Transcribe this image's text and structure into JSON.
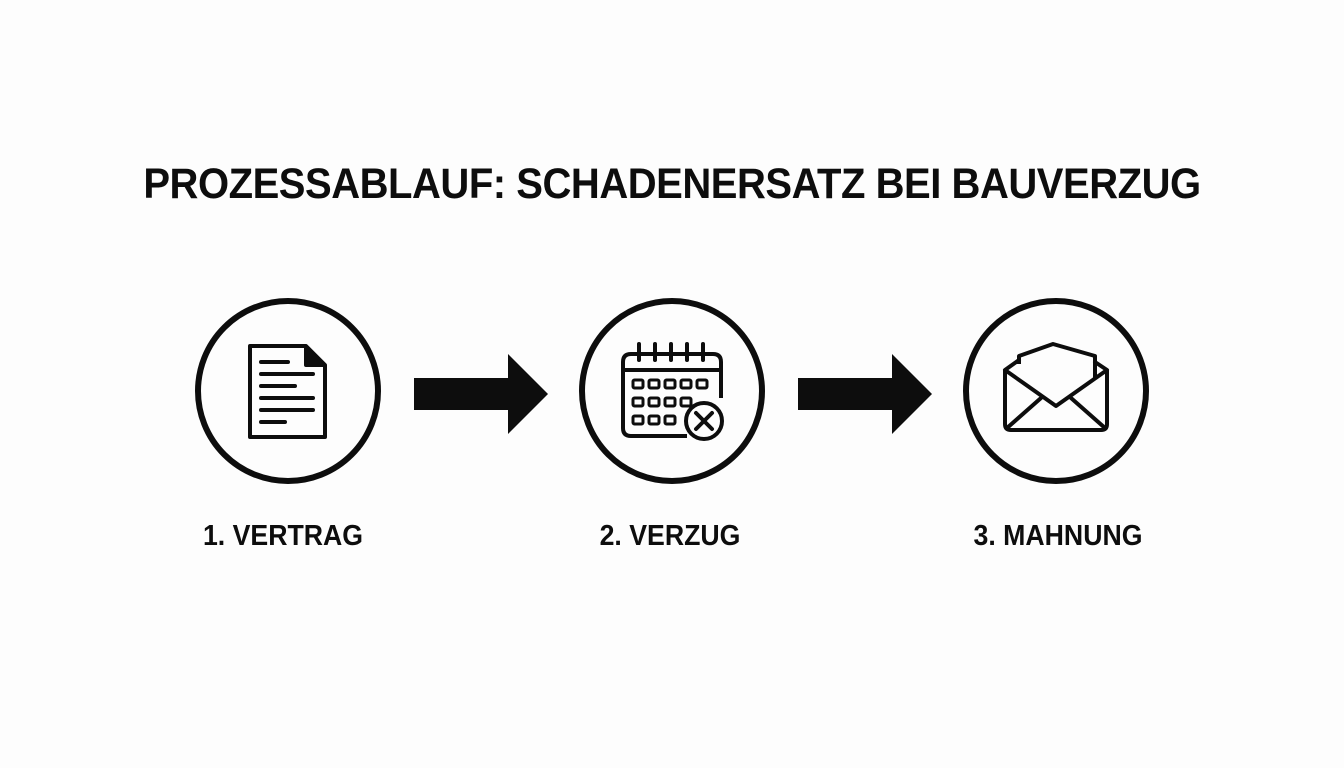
{
  "title": "PROZESSABLAUF: SCHADENERSATZ BEI BAUVERZUG",
  "steps": [
    {
      "label": "1. VERTRAG",
      "icon": "document-icon"
    },
    {
      "label": "2. VERZUG",
      "icon": "calendar-cancel-icon"
    },
    {
      "label": "3. MAHNUNG",
      "icon": "envelope-icon"
    }
  ],
  "colors": {
    "ink": "#0d0d0d",
    "background": "#fdfdfd"
  }
}
